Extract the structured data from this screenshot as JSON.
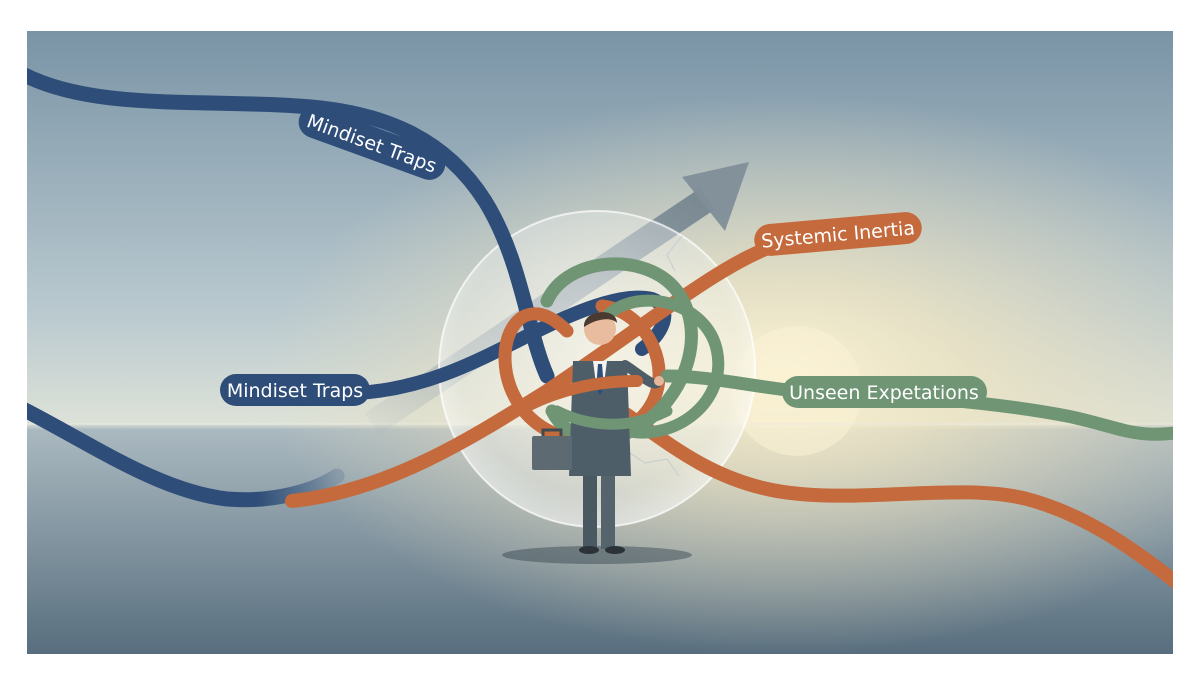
{
  "illustration": {
    "labels": {
      "mindset_traps_top": "Mindiset Traps",
      "mindset_traps_left": "Mindiset Traps",
      "systemic_inertia": "Systemic Inertia",
      "unseen_expectations": "Unseen Expetations"
    },
    "colors": {
      "navy_rope": "#2e4d78",
      "orange_rope": "#c56a3c",
      "green_rope": "#6f9575",
      "sky_top": "#7a96a8",
      "sun_glow": "#f6ecc8",
      "ground": "#5c7282",
      "arrow": "#8a9aa4",
      "suit": "#4a5862"
    }
  }
}
